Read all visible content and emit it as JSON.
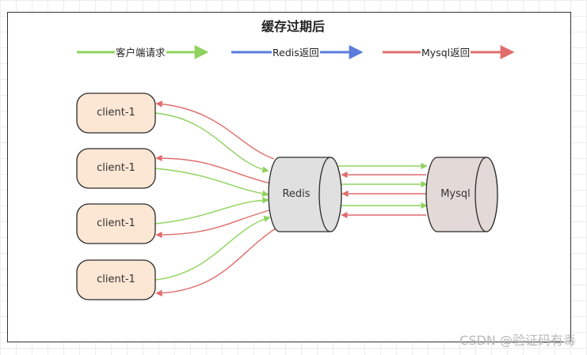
{
  "diagram": {
    "title": "缓存过期后",
    "legend": [
      {
        "label": "客户端请求",
        "color": "#8fd35e"
      },
      {
        "label": "Redis返回",
        "color": "#5a7bdb"
      },
      {
        "label": "Mysql返回",
        "color": "#e06c6c"
      }
    ],
    "clients": [
      {
        "label": "client-1"
      },
      {
        "label": "client-1"
      },
      {
        "label": "client-1"
      },
      {
        "label": "client-1"
      }
    ],
    "redis": {
      "label": "Redis"
    },
    "mysql": {
      "label": "Mysql"
    },
    "colors": {
      "client_fill": "#fce6d4",
      "redis_fill": "#e0e0e0",
      "mysql_fill": "#e3d9d6",
      "stroke": "#2b2b2b"
    }
  },
  "watermark": "CSDN @验证码有毒"
}
